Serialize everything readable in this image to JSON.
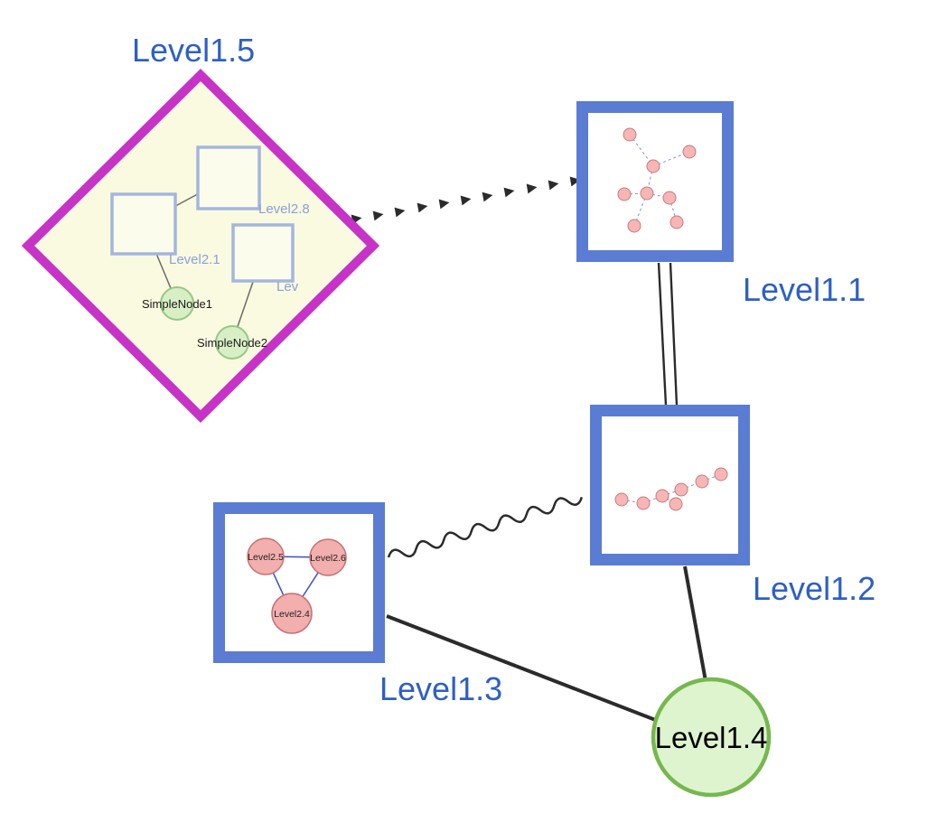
{
  "labels": {
    "level15": "Level1.5",
    "level11": "Level1.1",
    "level12": "Level1.2",
    "level13": "Level1.3",
    "level14": "Level1.4",
    "level28": "Level2.8",
    "level21": "Level2.1",
    "lev": "Lev",
    "simplenode1": "SimpleNode1",
    "simplenode2": "SimpleNode2",
    "level25": "Level2.5",
    "level26": "Level2.6",
    "level24": "Level2.4"
  },
  "edges": [
    {
      "from": "Level1.5",
      "to": "Level1.1",
      "style": "dashed-arrowheads"
    },
    {
      "from": "Level1.1",
      "to": "Level1.2",
      "style": "double-line"
    },
    {
      "from": "Level1.3",
      "to": "Level1.2",
      "style": "wavy"
    },
    {
      "from": "Level1.3",
      "to": "Level1.4",
      "style": "solid"
    },
    {
      "from": "Level1.2",
      "to": "Level1.4",
      "style": "solid"
    }
  ],
  "colors": {
    "label_blue": "#2d5fc7",
    "inner_label_blue": "#8a9fd9",
    "diamond_border": "#c733c7",
    "diamond_fill": "#fafae0",
    "group_box_border": "#5a7cd2",
    "inner_square_border": "#a3b6de",
    "green_node_fill": "#d8efc6",
    "green_node_border": "#95c885",
    "level14_fill": "#def4cf",
    "level14_border": "#76b84e",
    "pink_node_fill": "#f3aeae",
    "pink_node_border": "#c47272",
    "edge_dark": "#2b2b2b",
    "inner_edge_gray": "#6b6b6b",
    "inner_edge_blue": "#3f4ccb",
    "dashed_edge_blue": "#8890d8"
  }
}
